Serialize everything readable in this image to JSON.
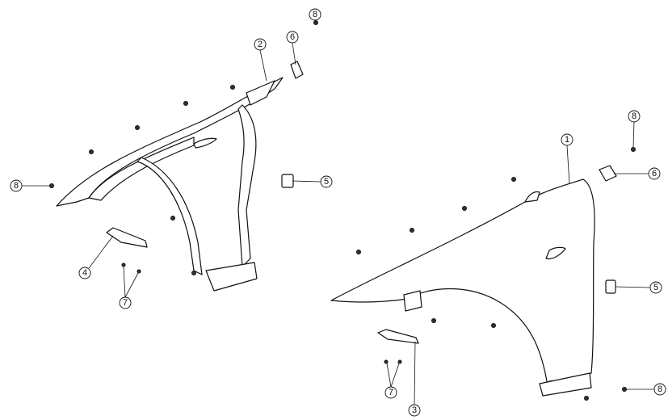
{
  "diagram": {
    "callouts": [
      {
        "id": "c8a",
        "label": "8"
      },
      {
        "id": "c6a",
        "label": "6"
      },
      {
        "id": "c2",
        "label": "2"
      },
      {
        "id": "c8b",
        "label": "8"
      },
      {
        "id": "c5a",
        "label": "5"
      },
      {
        "id": "c4",
        "label": "4"
      },
      {
        "id": "c7a",
        "label": "7"
      },
      {
        "id": "c1",
        "label": "1"
      },
      {
        "id": "c8c",
        "label": "8"
      },
      {
        "id": "c6b",
        "label": "6"
      },
      {
        "id": "c5b",
        "label": "5"
      },
      {
        "id": "c7b",
        "label": "7"
      },
      {
        "id": "c3",
        "label": "3"
      },
      {
        "id": "c8d",
        "label": "8"
      }
    ]
  }
}
